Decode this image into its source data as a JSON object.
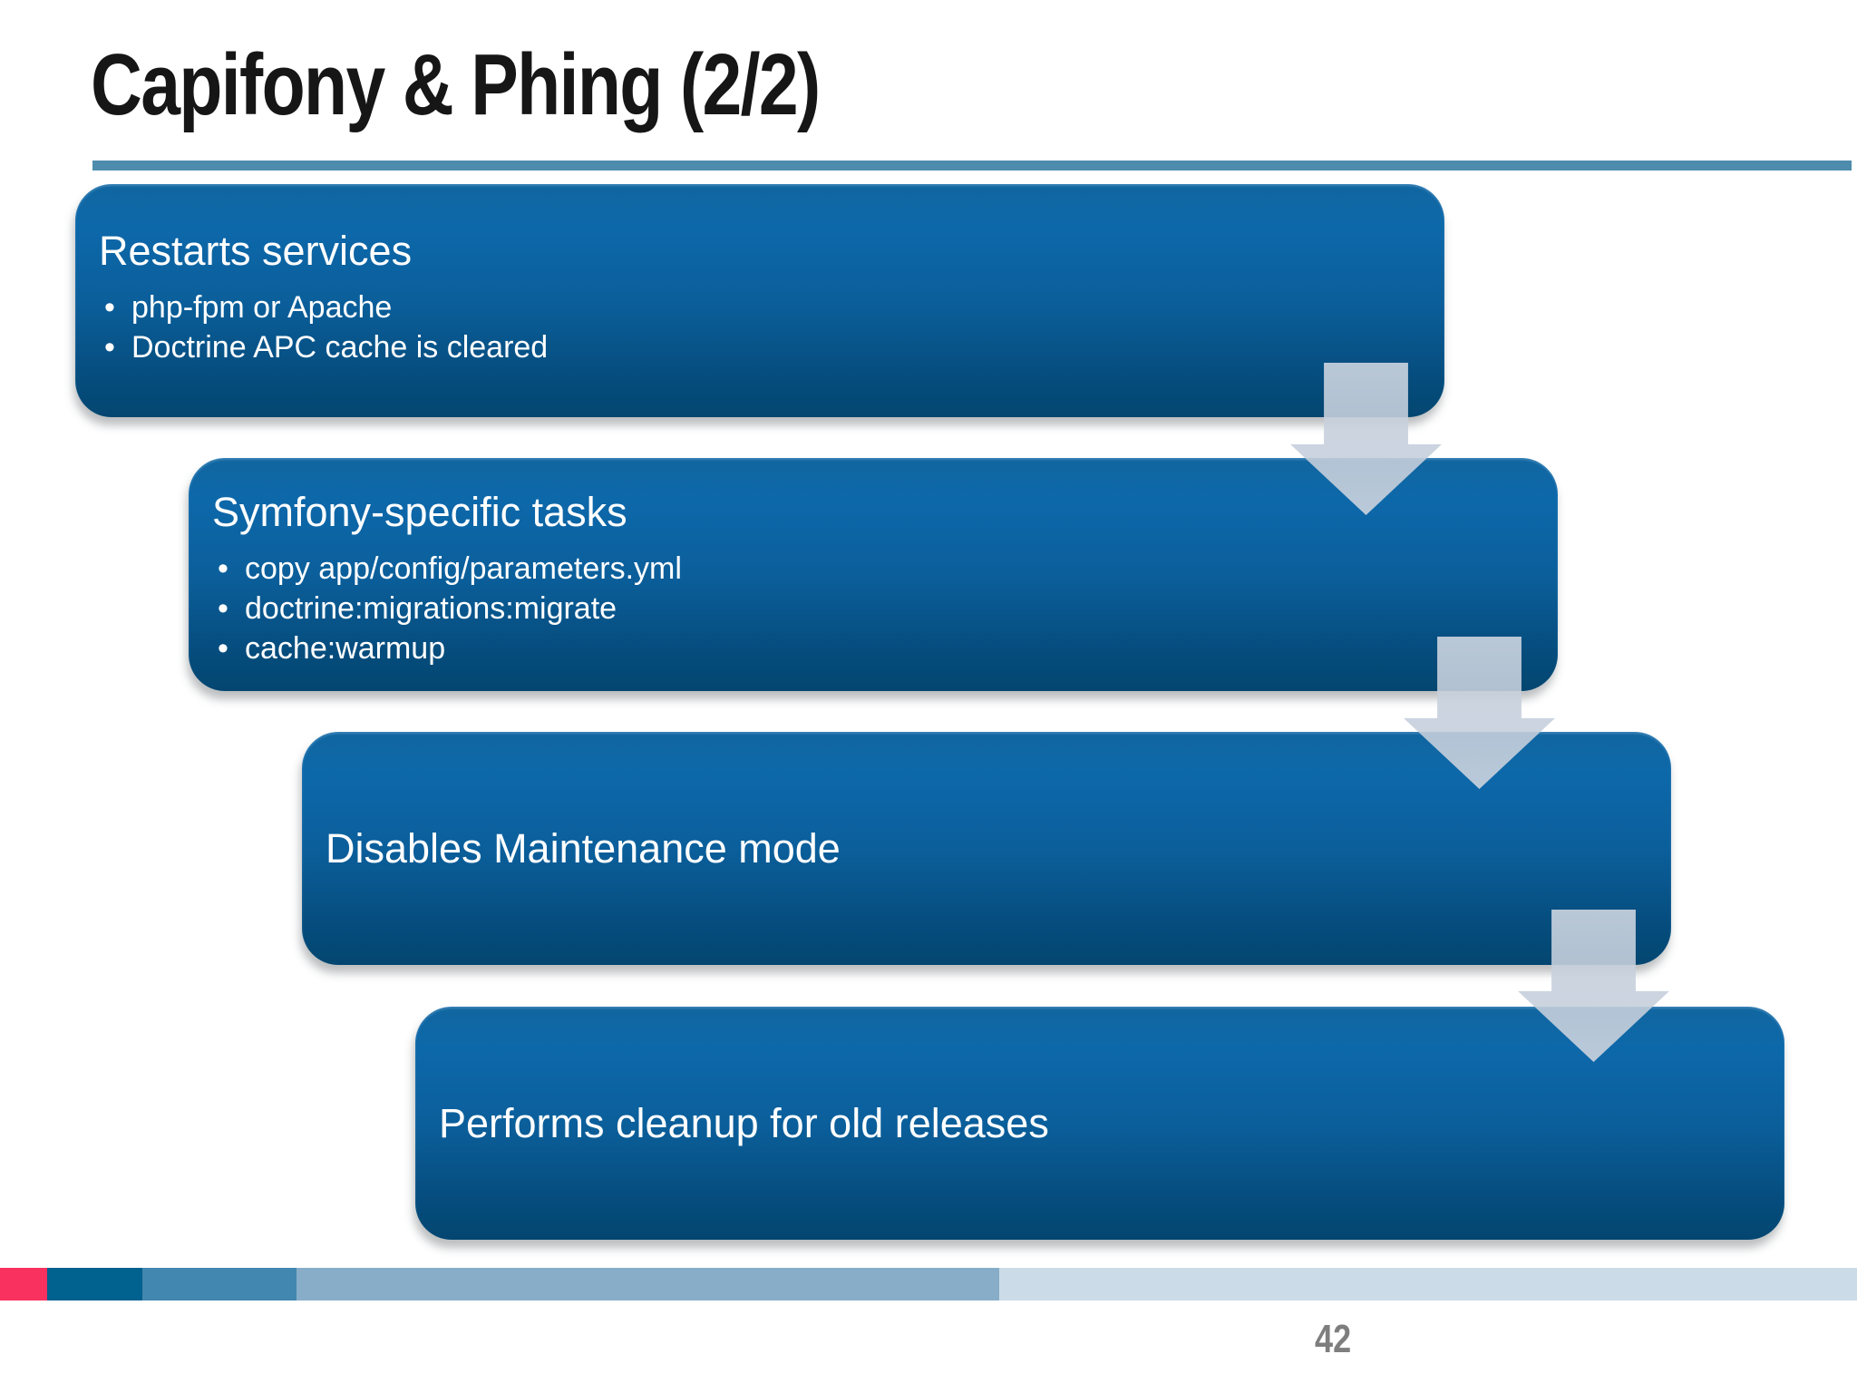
{
  "slide": {
    "title": "Capifony & Phing (2/2)",
    "page_number": "42"
  },
  "steps": [
    {
      "heading": "Restarts services",
      "bullets": [
        "php-fpm or Apache",
        "Doctrine APC cache is cleared"
      ]
    },
    {
      "heading": "Symfony-specific tasks",
      "bullets": [
        "copy app/config/parameters.yml",
        "doctrine:migrations:migrate",
        "cache:warmup"
      ]
    },
    {
      "heading": "Disables Maintenance mode",
      "bullets": []
    },
    {
      "heading": "Performs cleanup for old releases",
      "bullets": []
    }
  ],
  "colors": {
    "title_text": "#161616",
    "title_underline": "#4d8cad",
    "box_gradient_top": "#0d68aa",
    "box_gradient_bottom": "#034670",
    "box_text": "#ffffff",
    "arrow_fill": "#c7d0dd",
    "page_number": "#7e7e7e"
  },
  "footer": {
    "segments": [
      {
        "name": "crimson",
        "color": "#f8315f"
      },
      {
        "name": "dark-blue",
        "color": "#01618f"
      },
      {
        "name": "medium-blue",
        "color": "#4287af"
      },
      {
        "name": "light-blue",
        "color": "#88adc8"
      },
      {
        "name": "pale-blue",
        "color": "#cbdce8"
      }
    ]
  }
}
